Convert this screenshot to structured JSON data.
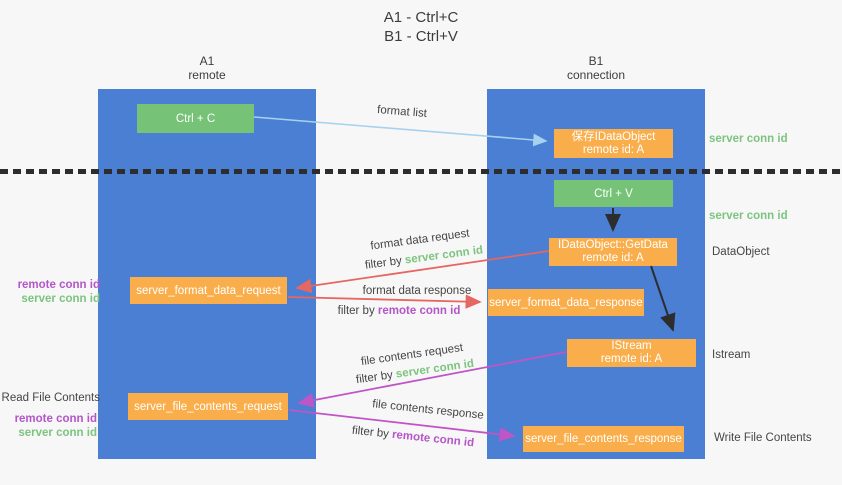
{
  "title": {
    "line1": "A1 - Ctrl+C",
    "line2": "B1 - Ctrl+V"
  },
  "columns": {
    "a1": {
      "name": "A1",
      "subtitle": "remote"
    },
    "b1": {
      "name": "B1",
      "subtitle": "connection"
    }
  },
  "boxes": {
    "ctrl_c": "Ctrl + C",
    "save_dataobject": {
      "line1": "保存IDataObject",
      "line2": "remote id: A"
    },
    "ctrl_v": "Ctrl + V",
    "getdata": {
      "line1": "IDataObject::GetData",
      "line2": "remote id: A"
    },
    "format_request": "server_format_data_request",
    "format_response": "server_format_data_response",
    "istream": {
      "line1": "IStream",
      "line2": "remote id: A"
    },
    "file_request": "server_file_contents_request",
    "file_response": "server_file_contents_response"
  },
  "labels": {
    "format_list": "format list",
    "format_data_request": "format data request",
    "format_data_response": "format data response",
    "file_contents_request": "file contents request",
    "file_contents_response": "file contents response",
    "filter_by": "filter by",
    "server_conn_id": "server conn id",
    "remote_conn_id": "remote conn id",
    "read_file_contents": "Read File Contents",
    "write_file_contents": "Write File Contents",
    "dataobject": "DataObject",
    "istream": "Istream"
  },
  "colors": {
    "column_blue": "#4a7fd3",
    "box_orange": "#f9ae4b",
    "box_green": "#76c277",
    "arrow_blue": "#a6d2ef",
    "arrow_red": "#e66661",
    "arrow_magenta": "#bf55c6",
    "arrow_black": "#2d2d2d",
    "text_green": "#7cc47f",
    "text_purple": "#b455c8"
  }
}
